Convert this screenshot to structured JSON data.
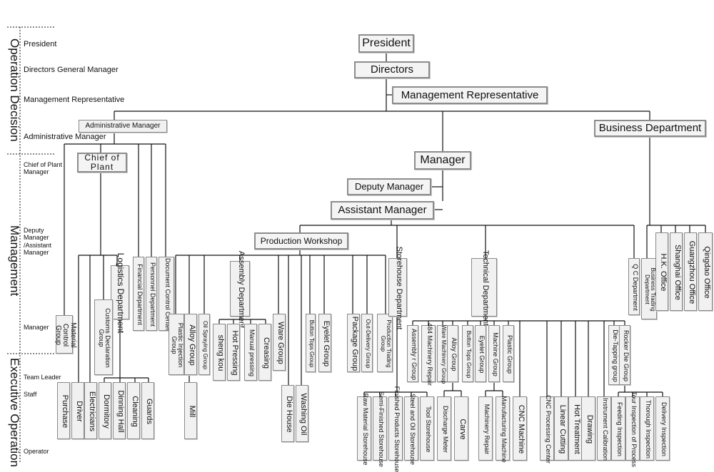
{
  "side": {
    "sections": {
      "operation_decision": "Operation Decision",
      "management": "Management",
      "executive_operation": "Executive Operation"
    },
    "levels": {
      "president": "President",
      "directors_gm": "Directors General Manager",
      "mgmt_rep": "Management Representative",
      "admin_mgr": "Administrative Manager",
      "chief_plant_mgr": "Chief of Plant Manager",
      "deputy_assistant": "Deputy Manager /Assistant Manager",
      "manager": "Manager",
      "team_leader": "Team Leader",
      "staff": "Staff",
      "operator": "Operator"
    }
  },
  "top": {
    "president": "President",
    "directors": "Directors",
    "mgmt_rep": "Management Representative",
    "admin_manager": "Administrative Manager",
    "business_dept": "Business Department",
    "manager": "Manager",
    "deputy_manager": "Deputy Manager",
    "assistant_manager": "Assistant Manager",
    "chief_of_plant": "Chief of Plant",
    "production_workshop": "Production Workshop"
  },
  "admin_branch": {
    "logistics": "Logistics Department",
    "financial": "Financial Department",
    "personnel": "Personnel Department",
    "doc_control": "Document Control Center",
    "material_control": "Material Control Group",
    "customs": "Customs Declaration Group",
    "purchase": "Purchase",
    "driver": "Driver",
    "electricians": "Electricians",
    "dormitory": "Dormitory",
    "dining_hall": "Dinning Hall",
    "cleaning": "Cleaning",
    "guards": "Guards"
  },
  "workshop": {
    "plastic_injection": "Plastic Injection Group",
    "alloy_group": "Alloy Group",
    "oil_spraying": "Oil Spraying Group",
    "mill": "Mill",
    "assembly_dept": "Assembly Department",
    "sheng_kou": "sheng kou",
    "hot_pressing": "Hot Pressing",
    "manual_pressing": "Manual pressing",
    "creasing": "Creasing",
    "ware_group": "Ware Group",
    "die_house": "Die House",
    "washing_oil": "Washing Oil",
    "button_tops": "Button Tops Group",
    "eyelet_group": "Eyelet Group",
    "package_group": "Package Group",
    "out_delivery": "Out-Delivery Group",
    "production_trading": "Production Trading Group"
  },
  "storehouse": {
    "dept": "Storehouse Department",
    "raw_material": "Raw Material Storehouse",
    "semi_finished": "Semi-Finished Storehouse",
    "finished_products": "Finished Products Storehouse",
    "steel_oil": "Steel and Oil Storehouse",
    "tool": "Tool Storehouse"
  },
  "technical": {
    "dept": "Technical Department",
    "assembly_group": "Assembly r Group",
    "machinery_484": "484 Machinery Repair",
    "ware_machinery": "Ware Machinery Group",
    "alloy_group": "Alloy Group",
    "button_tops": "Button Tops Group",
    "eyelet_group": "Eyelet Group",
    "machine_group": "Machine Group",
    "plastic_group": "Plastic Group",
    "die_tapping": "Die-Tapping group",
    "rocker_die": "Rocker Die Group",
    "discharge_meter": "Discharge Meter",
    "carve": "Carve",
    "machinery_repair": "Machinery Repair",
    "manufacturing_machine": "Manufacturing Machine",
    "cnc_machine": "CNC Machine",
    "cnc_center": "CNC Processing Center",
    "linear_cutting": "Linear Cutting",
    "hot_treatment": "Hot Treatment",
    "drawing": "Drawing",
    "instrument_calibration": "Instrument Calibration",
    "feeding_inspection": "Feeding Inspection",
    "tour_inspection": "Tour Inspection of Process",
    "through_inspection": "Thorough Inspection",
    "delivery_inspection": "Delivery Inspection"
  },
  "qc": {
    "dept": "Q C Department"
  },
  "business": {
    "trading": "Business Trading Department",
    "hk": "H.K. Office",
    "shanghai": "Shanghai Office",
    "guangzhou": "Guangzhou Office",
    "qingdao": "Qingdao Office"
  }
}
